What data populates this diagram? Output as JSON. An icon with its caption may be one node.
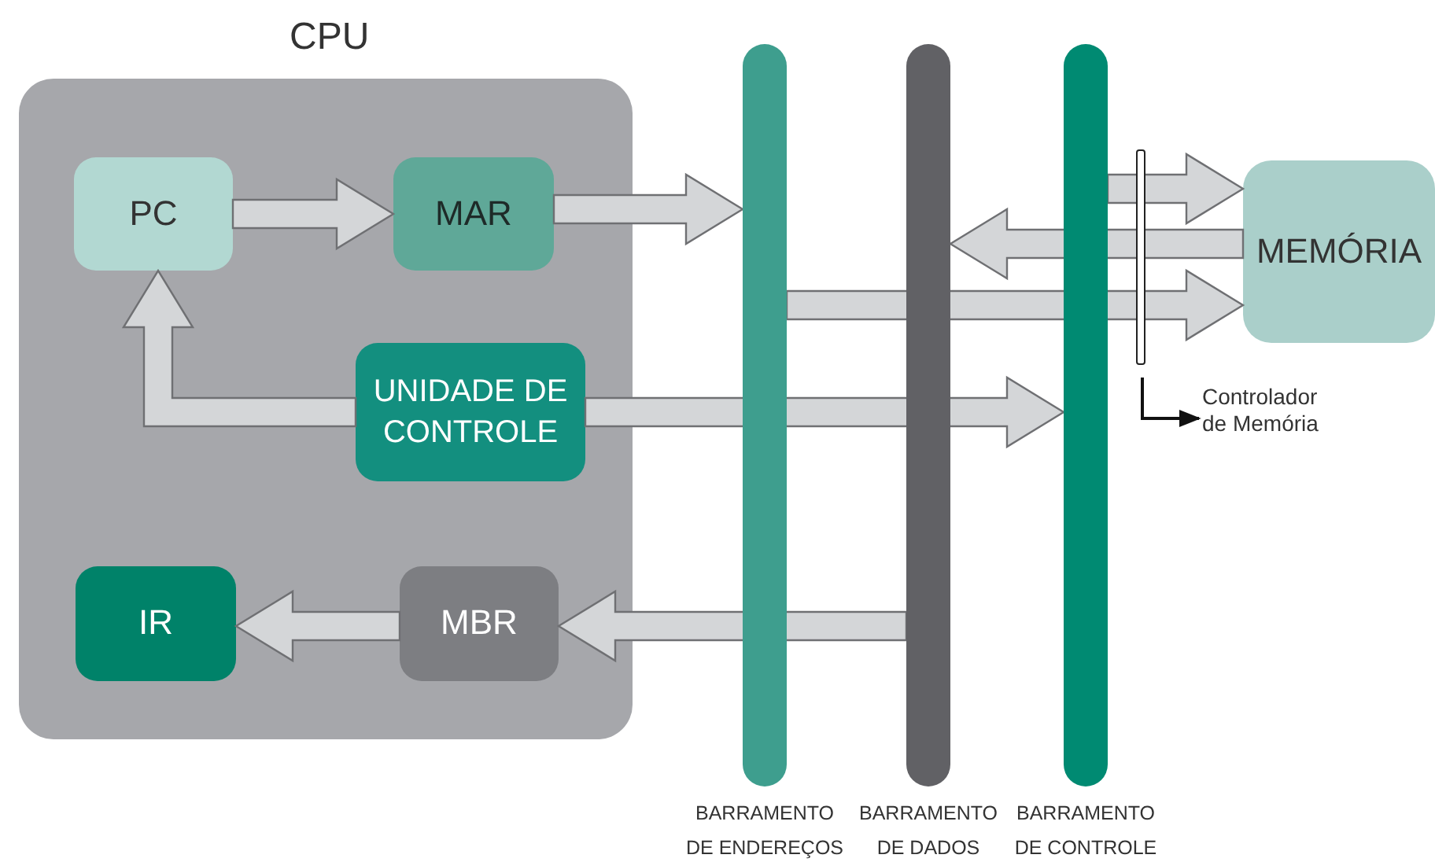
{
  "diagram": {
    "nodes": [
      {
        "text": [
          "CPU"
        ]
      },
      {
        "text": [
          "PC"
        ],
        "in": 0
      },
      {
        "text": [
          "MAR"
        ],
        "in": 0
      },
      {
        "text": [
          "UNIDADE DE CONTROLE"
        ],
        "in": 0
      },
      {
        "text": [
          "IR"
        ],
        "in": 0
      },
      {
        "text": [
          "MBR"
        ],
        "in": 0
      },
      {
        "text": [
          "BARRAMENTO DE ENDEREÇOS"
        ]
      },
      {
        "text": [
          "BARRAMENTO DE DADOS"
        ]
      },
      {
        "text": [
          "BARRAMENTO DE CONTROLE"
        ]
      },
      {
        "text": [
          "MEMÓRIA"
        ]
      },
      {
        "text": [],
        "shape": "bar"
      },
      {
        "text": [
          "Controlador de Memória"
        ]
      }
    ],
    "edges": [
      {
        "from": 1,
        "to": 2,
        "arrow": "to"
      },
      {
        "from": 2,
        "to": 6,
        "arrow": "to"
      },
      {
        "from": 8,
        "to": 9,
        "arrow": "to"
      },
      {
        "from": 9,
        "to": 7,
        "arrow": "to"
      },
      {
        "from": 6,
        "to": 9,
        "arrow": "to"
      },
      {
        "from": 3,
        "to": 1,
        "arrow": "to"
      },
      {
        "from": 3,
        "to": 8,
        "arrow": "to"
      },
      {
        "from": 7,
        "to": 5,
        "arrow": "to"
      },
      {
        "from": 5,
        "to": 4,
        "arrow": "to"
      },
      {
        "from": 10,
        "to": 11,
        "arrow": "to"
      }
    ]
  }
}
